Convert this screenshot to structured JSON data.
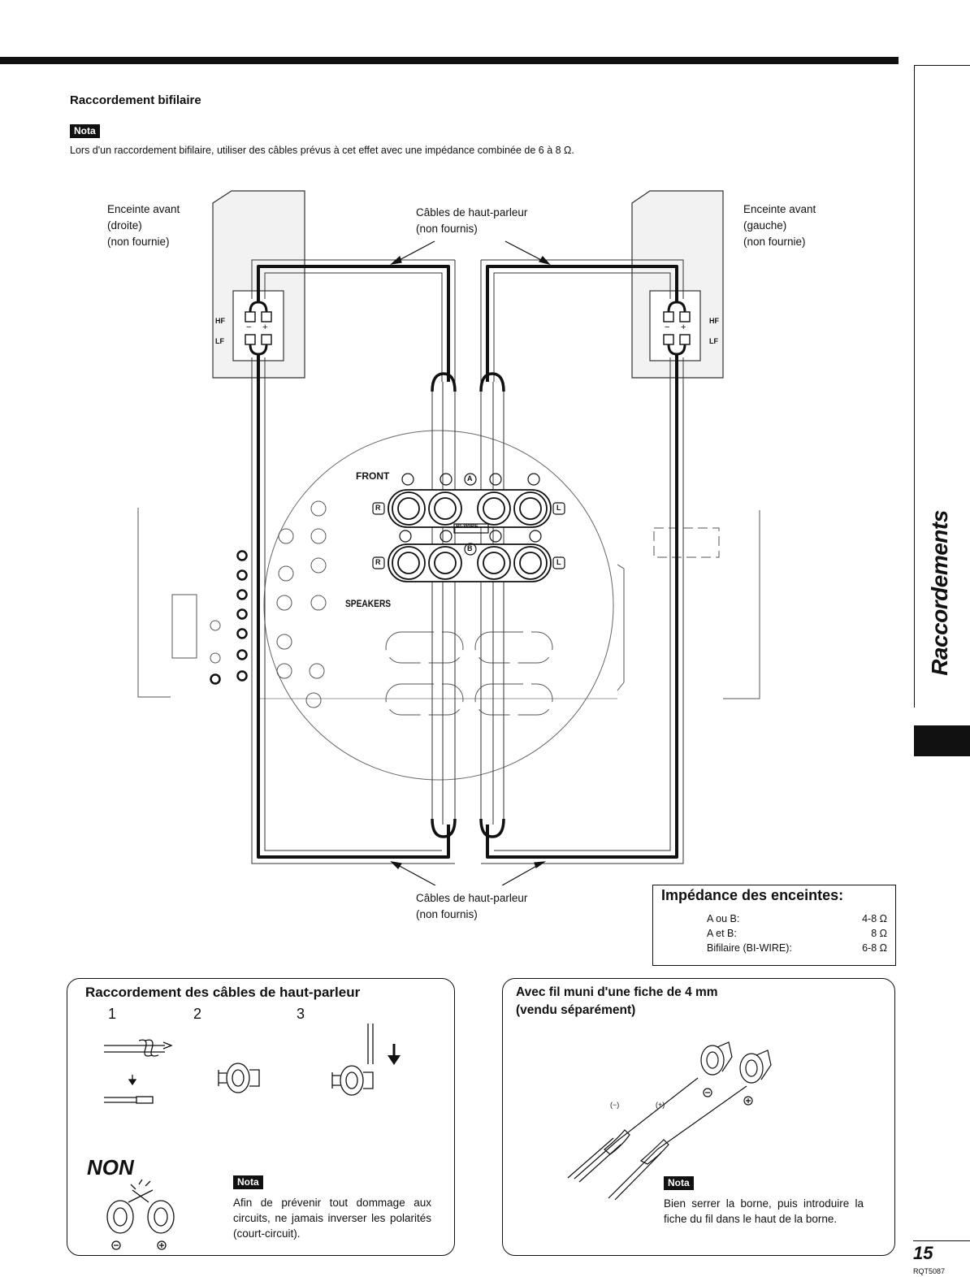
{
  "header": {
    "section_title": "Raccordement bifilaire",
    "nota_label": "Nota",
    "note_text": "Lors d'un raccordement bifilaire, utiliser des câbles prévus à cet effet avec une impédance combinée de 6 à 8 Ω."
  },
  "diagram": {
    "speaker_right_label": "Enceinte avant\n(droite)\n(non fournie)",
    "speaker_left_label": "Enceinte avant\n(gauche)\n(non fournie)",
    "cables_top_label": "Câbles de haut-parleur\n(non fournis)",
    "cables_bottom_label": "Câbles de haut-parleur\n(non fournis)",
    "hf": "HF",
    "lf": "LF",
    "minus": "−",
    "plus": "+",
    "front": "FRONT",
    "speakers": "SPEAKERS",
    "bi_wire": "BI-WIRE",
    "a": "A",
    "b": "B",
    "r": "R",
    "l": "L"
  },
  "impedance": {
    "title": "Impédance des enceintes:",
    "rows": [
      {
        "label": "A ou B:",
        "value": "4-8 Ω"
      },
      {
        "label": "A et B:",
        "value": "8 Ω"
      },
      {
        "label": "Bifilaire (BI-WIRE):",
        "value": "6-8 Ω"
      }
    ]
  },
  "panel_left": {
    "title": "Raccordement des câbles de haut-parleur",
    "steps": [
      "1",
      "2",
      "3"
    ],
    "non": "NON",
    "nota_label": "Nota",
    "note": "Afin de prévenir tout dommage aux circuits, ne jamais inverser les polarités (court-circuit)."
  },
  "panel_right": {
    "title": "Avec fil muni d'une fiche de 4 mm\n(vendu séparément)",
    "minus_label": "(−)",
    "plus_label": "(+)",
    "nota_label": "Nota",
    "note": "Bien serrer la borne, puis introduire la fiche du fil dans le haut de la borne."
  },
  "sidebar": {
    "label": "Raccordements"
  },
  "footer": {
    "page_number": "15",
    "code": "RQT5087"
  }
}
